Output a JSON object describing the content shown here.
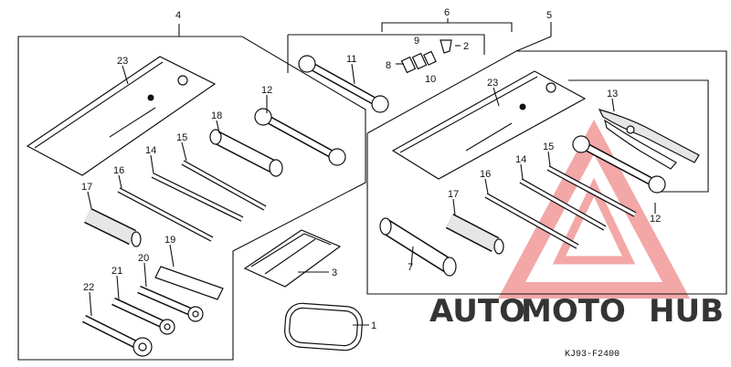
{
  "diagram": {
    "group_labels": {
      "g4": "4",
      "g5": "5",
      "g6": "6"
    },
    "part_labels": {
      "p1": "1",
      "p2": "2",
      "p3": "3",
      "p7": "7",
      "p8": "8",
      "p9": "9",
      "p10": "10",
      "p11": "11",
      "p12a": "12",
      "p12b": "12",
      "p13": "13",
      "p14a": "14",
      "p14b": "14",
      "p15a": "15",
      "p15b": "15",
      "p16a": "16",
      "p16b": "16",
      "p17a": "17",
      "p17b": "17",
      "p18": "18",
      "p19": "19",
      "p20": "20",
      "p21": "21",
      "p22": "22",
      "p23a": "23",
      "p23b": "23"
    },
    "drawing_code": "KJ93-F2400"
  },
  "watermark": {
    "part_auto": "AUTO",
    "part_moto": "MOTO",
    "part_hub": "HUB",
    "colors": {
      "auto": "#f2b48a",
      "moto": "#ef8f8f",
      "hub": "#9a9a9a",
      "triangle": "#f08a8a"
    }
  }
}
